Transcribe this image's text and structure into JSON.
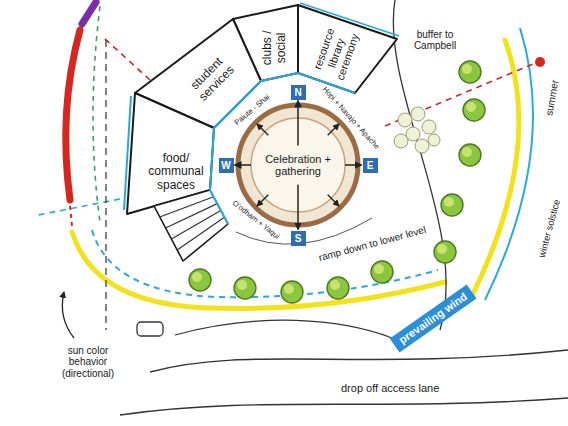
{
  "diagram": {
    "nodes": [
      {
        "text": [
          "clubs / social"
        ]
      },
      {
        "text": [
          "resource library ceremony"
        ]
      },
      {
        "text": [
          "student services"
        ]
      },
      {
        "text": [
          "food/ communal spaces"
        ]
      },
      {
        "text": [
          "Celebration + gathering"
        ]
      },
      {
        "text": [
          "N"
        ]
      },
      {
        "text": [
          "W"
        ]
      },
      {
        "text": [
          "E"
        ]
      },
      {
        "text": [
          "S"
        ]
      },
      {
        "text": [
          "prevailing wind"
        ]
      }
    ],
    "edges": [
      {
        "from": 4,
        "to": 5,
        "arrow": "to"
      },
      {
        "from": 4,
        "to": 6,
        "arrow": "to"
      },
      {
        "from": 4,
        "to": 7,
        "arrow": "to"
      },
      {
        "from": 4,
        "to": 8,
        "arrow": "to"
      }
    ],
    "labels": [
      "buffer to Campbell",
      "Paiute - Shai",
      "Hopi + Navajo + Apache",
      "summer",
      "sun color behavior (directional)",
      "O'odham + Yaqui",
      "winter solstice",
      "ramp down to lower level",
      "drop off access lane"
    ]
  }
}
